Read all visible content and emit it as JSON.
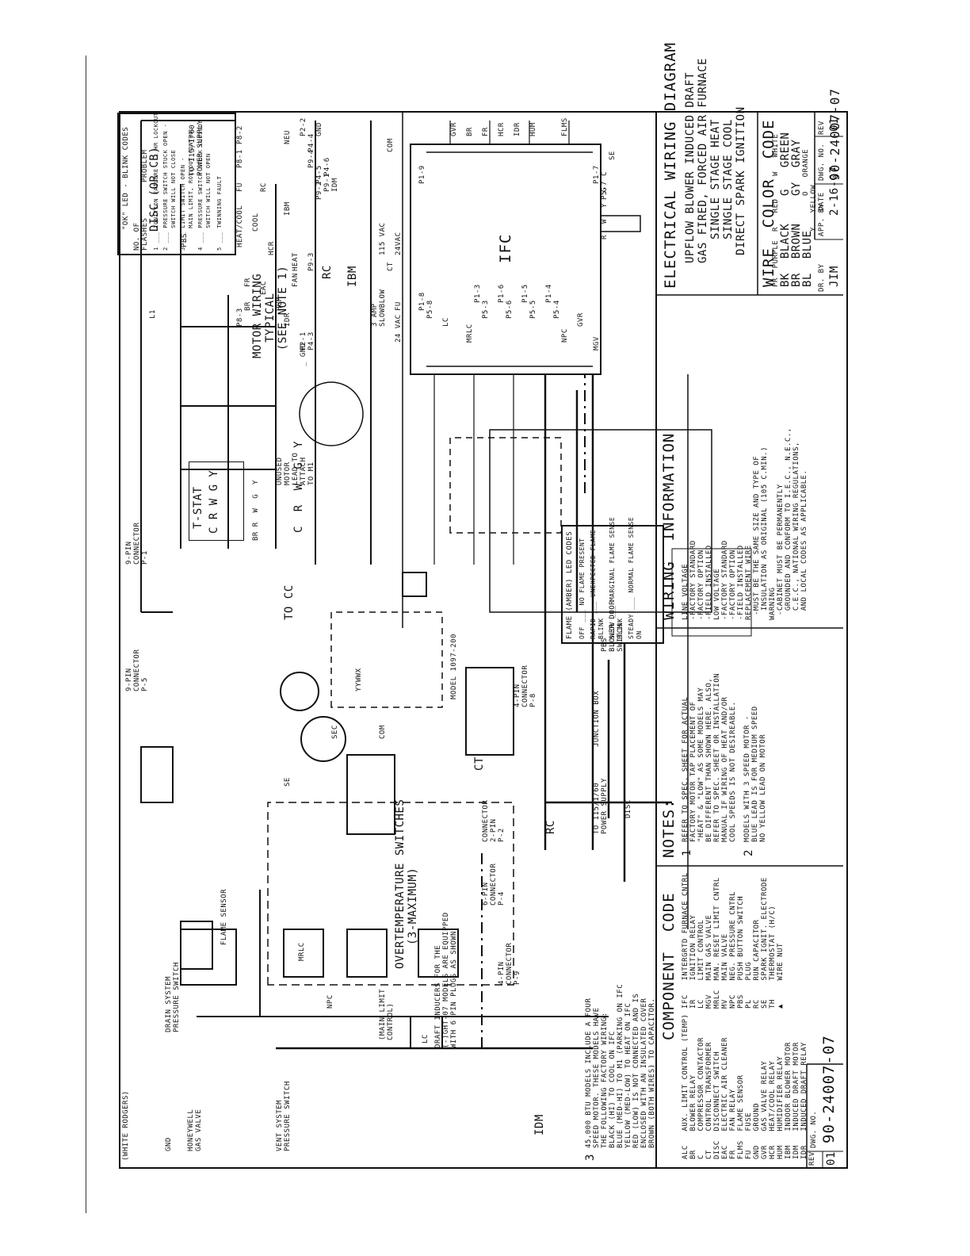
{
  "title_block": {
    "title": "ELECTRICAL WIRING DIAGRAM",
    "desc": [
      "UPFLOW BLOWER INDUCED DRAFT",
      "GAS FIRED, FORCED AIR FURNACE",
      "SINGLE STAGE HEAT",
      "SINGLE STAGE COOL",
      "DIRECT SPARK IGNITION"
    ],
    "dr_by_label": "DR. BY",
    "dr_by": "JIM",
    "app_by_label": "APP. BY",
    "date_label": "DATE",
    "date": "2-16-07",
    "dwg_no_label": "DWG. NO.",
    "dwg_no": "90-24007-07",
    "rev_label": "REV",
    "rev": "01"
  },
  "dwg_tag": {
    "label": "DWG. NO.",
    "number": "90-24007-07",
    "rev_label": "REV",
    "rev": "01"
  },
  "wire_color_code": {
    "title": "WIRE  COLOR  CODE",
    "left": [
      "BK  BLACK",
      "BR  BROWN",
      "BL  BLUE",
      "G   GREEN",
      "GY  GRAY"
    ],
    "right": [
      "O   ORANGE",
      "PR  PURPLE",
      "R   RED",
      "W   WHITE",
      "Y   YELLOW"
    ]
  },
  "wiring_info": {
    "title": "WIRING  INFORMATION",
    "lines": [
      "LINE VOLTAGE",
      "-FACTORY STANDARD",
      "-FACTORY OPTION",
      "-FIELD INSTALLED",
      "LOW VOLTAGE",
      "-FACTORY STANDARD",
      "-FACTORY OPTION",
      "-FIELD INSTALLED",
      "REPLACEMENT WIRE",
      " -MUST BE THE SAME SIZE AND TYPE OF",
      "  INSULATION AS ORIGINAL (105 C.MIN.)",
      "WARNING",
      " -CABINET MUST BE PERMANENTLY",
      "  GROUNDED AND CONFORM TO I.E.C., N.E.C.,",
      "  C.E.C., NATIONAL WIRING REGULATIONS,",
      "  AND LOCAL CODES AS APPLICABLE."
    ]
  },
  "notes": {
    "title": "NOTES:",
    "n1_num": "1",
    "n1": [
      "REFER TO SPEC. SHEET FOR ACTUAL",
      "FACTORY MOTOR TAP PLACEMENT OF",
      "\"HEAT\" & \"LOW\" AS SOME MODELS MAY",
      "BE DIFFERENT THAN SHOWN HERE. ALSO,",
      "REFER TO SPEC. SHEET OR INSTALLATION",
      "MANUAL IF WIRING OF HEAT AND/OR",
      "COOL SPEEDS IS NOT DESIREABLE."
    ],
    "n2_num": "2",
    "n2": [
      "MODELS WITH 3 SPEED MOTOR -",
      "BLUE LEAD IS FOR MEDIUM SPEED",
      "NO YELLOW LEAD ON MOTOR"
    ]
  },
  "component_code": {
    "title": "COMPONENT  CODE",
    "col1": [
      "ALC   AUX. LIMIT CONTROL (TEMP)",
      "BR    BLOWER RELAY",
      "C     COMPRESSOR CONTACTOR",
      "CT    CONTROL TRANSFORMER",
      "DISC  DISCONNECT SWITCH",
      "EAC   ELECTRIC AIR CLEANER",
      "FR    FAN RELAY",
      "FLMS  FLAME SENSOR",
      "FU    FUSE",
      "GND   GROUND",
      "GVR   GAS VALVE RELAY",
      "HCR   HEAT/COOL RELAY",
      "HUM   HUMIDIFIER RELAY",
      "IBM   INDOOR BLOWER MOTOR",
      "IDM   INDUCED DRAFT MOTOR",
      "IDR   INDUCED DRAFT RELAY"
    ],
    "col2": [
      "IFC   INTERGRTD FURNACE CNTRL",
      "IR    IGNITION RELAY",
      "LC    LIMIT CONTROL",
      "MGV   MAIN GAS VALVE",
      "MRLC  MAN. RESET LIMIT CNTRL",
      "MV    MAIN VALVE",
      "NPC   NEG. PRESSURE CNTRL",
      "PBS   PUSH BUTTON SWITCH",
      "PL    PLUG",
      "RC    RUN CAPACITOR",
      "SE    SPARK IGNIT. ELECTRODE",
      "TH    THERMOSTAT (H/C)",
      "▲     WIRE NUT"
    ]
  },
  "note3": {
    "num": "3",
    "lines": [
      "45,000 BTU MODELS INCLUDE A FOUR",
      "SPEED MOTOR. THESE MODELS HAVE",
      "THE FOLLOWING FACTORY WIRING:",
      "BLACK (HI) TO COOL ON IFC",
      "BLUE (MED-HI) TO M1 (PARKING ON IFC",
      "YELLOW (MED-LOW) TO HEAT ON IFC",
      "RED (LOW) IS NOT CONNECTED AND IS",
      "ENCLOSED WITH AN INSULATED COVER",
      "BROWN (BOTH WIRES) TO CAPACITOR."
    ]
  },
  "ok_led": {
    "title": "\"OK\" LED - BLINK CODES",
    "head_no": "NO. OF",
    "head_flashes": "FLASHES",
    "head_problem": "PROBLEM",
    "rows": [
      "1 ___ IGNITION FAILURE - 1 HR LOCKOUT",
      "2 ___ PRESSURE SWITCH STUCK OPEN -",
      "      SWITCH WILL NOT CLOSE",
      "3 ___ LIMIT SWITCH OPEN -",
      "      MAIN LIMIT, ROLLOUT CONTROL",
      "4 ___ PRESSURE SWITCH STUCK CLOSED",
      "      SWITCH WILL NOT OPEN",
      "5 ___ TWINNING FAULT"
    ]
  },
  "flame_led": {
    "title": "FLAME (AMBER) LED CODES",
    "rows": [
      "OFF ___ NO FLAME PRESENT",
      "RAPID ___ UNEXPECTED FLAME",
      "BLINK",
      "SLOW ___ MARGINAL FLAME SENSE",
      "BLINK",
      "STEADY ___ NORMAL FLAME SENSE",
      "ON"
    ]
  },
  "motor_wiring": {
    "title": [
      "MOTOR WIRING",
      "TYPICAL",
      "(SEE NOTE 1)"
    ],
    "gnd": "_ GND",
    "ibm": "IBM",
    "rc": "RC",
    "unused": [
      "UNUSED",
      "MOTOR",
      "LEAD TO",
      "ATTACH",
      "TO M1"
    ]
  },
  "tstat": {
    "title": "T-STAT",
    "terms": "C R W G Y",
    "to_cc": "TO CC",
    "board_terms": "C  R  W  G  Y",
    "wires": "BR R  W  G  Y"
  },
  "labels": {
    "white_rodgers": "(WHITE RODGERS)",
    "honeywell": [
      "HONEYWELL",
      "GAS VALVE"
    ],
    "drain_switch": [
      "DRAIN SYSTEM",
      "PRESSURE SWITCH"
    ],
    "vent_switch": [
      "VENT SYSTEM",
      "PRESSURE SWITCH"
    ],
    "flame_sensor": "FLAME SENSOR",
    "main_limit": [
      "(MAIN LIMIT",
      "CONTROL)"
    ],
    "overtemp": [
      "OVERTEMPERATURE SWITCHES",
      "(3-MAXIMUM)"
    ],
    "draft_inducers": [
      "DRAFT INDUCERS FOR THE",
      "(-)GHT-07 MODELS ARE EQUIPPED",
      "WITH 6 PIN PLUGS AS SHOWN"
    ],
    "conn_p9": [
      "4-PIN",
      "CONNECTOR",
      "P-9"
    ],
    "conn_p4": [
      "6-PIN",
      "CONNECTOR",
      "P-4"
    ],
    "conn_p2": [
      "CONNECTOR",
      "2-PIN",
      "P-2"
    ],
    "conn_p5": [
      "9-PIN",
      "CONNECTOR",
      "P-5"
    ],
    "conn_p1": [
      "9-PIN",
      "CONNECTOR",
      "P-1"
    ],
    "conn_p8": [
      "4-PIN",
      "CONNECTOR",
      "P-8"
    ],
    "power_supply": [
      "TO 115/1/60",
      "POWER SUPPLY"
    ],
    "junction_box": "JUNCTION BOX",
    "pbs": [
      "PBS",
      "BLOWER DOOR",
      "SWITCH"
    ],
    "disc": "DISC",
    "ct": "CT",
    "model": "MODEL 1097-200",
    "yywwx": "YYWWX",
    "gnd": "GND",
    "se": "SE",
    "idm": "IDM",
    "rc": "RC",
    "mrlc": "MRLC",
    "lc": "LC",
    "npc": "NPC",
    "sec": "SEC",
    "com": "COM"
  },
  "ladder": {
    "disc": "DISC (OR CB)",
    "power": [
      "TO 115/1/60",
      "POWER SUPPLY"
    ],
    "fu": "FU",
    "pbs": "PBS",
    "l1": "L1",
    "neu": "NEU",
    "heat_cool": "HEAT/COOL",
    "cool": "COOL",
    "heat": "HEAT",
    "fan": "FAN",
    "hcr": "HCR",
    "fr": "FR",
    "ibm": "IBM",
    "rc": "RC",
    "eac": "EAC",
    "hum": "HUM",
    "idr": "IDR",
    "idm": "IDM",
    "br": "BR",
    "gnd": "GND",
    "pins": [
      "P8-3",
      "P8-1",
      "P8-2",
      "P2-1",
      "P4-3",
      "P9-3",
      "P2-2",
      "P4-4",
      "P9-4",
      "P4-5",
      "P9-2",
      "P4-6",
      "P9-1"
    ],
    "vac115": "115 VAC",
    "vac24": "24VAC",
    "ct": "CT",
    "fuse": [
      "3 AMP",
      "SLOWBLOW"
    ],
    "fu24": "FU",
    "vac24b": "24 VAC",
    "com": "COM",
    "ifc": "IFC",
    "relays": [
      "GVR",
      "BR",
      "FR",
      "HCR",
      "IDR",
      "HUM"
    ],
    "flms": "FLMS",
    "se": "SE",
    "lc": "LC",
    "mrlc": "MRLC",
    "npc": "NPC",
    "mgv": "MGV",
    "gvr": "GVR",
    "ppins": [
      "P1-8",
      "P5-8",
      "P1-3",
      "P5-3",
      "P1-6",
      "P5-6",
      "P1-5",
      "P5-5",
      "P1-4",
      "P5-4",
      "P1-7",
      "P5-7",
      "P1-9"
    ],
    "terms": [
      "R",
      "W",
      "Y",
      "G",
      "C"
    ]
  }
}
